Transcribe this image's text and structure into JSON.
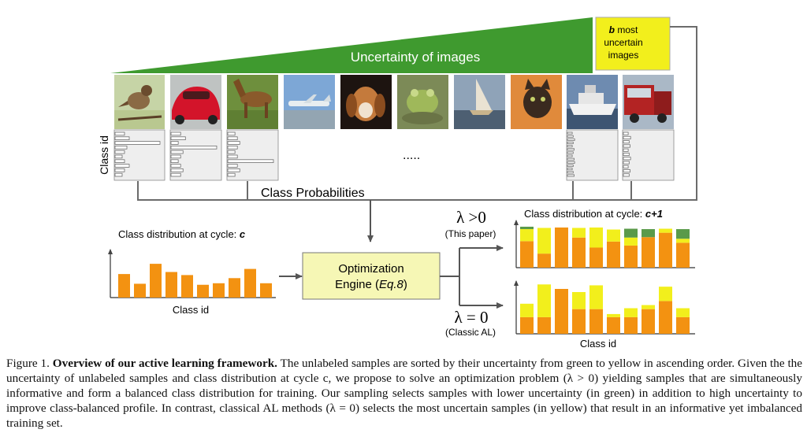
{
  "figure": {
    "uncertainty_label": "Uncertainty of images",
    "top_box": {
      "line1_italic": "b",
      "line1_rest": " most",
      "line2": "uncertain",
      "line3": "images"
    },
    "class_id_vertical": "Class id",
    "ellipsis": ".....",
    "class_prob_label": "Class Probabilities",
    "left_dist_label_prefix": "Class distribution at cycle: ",
    "left_dist_cycle": "c",
    "left_class_id": "Class id",
    "engine_line1": "Optimization",
    "engine_line2_prefix": "Engine (",
    "engine_ref": "Eq.8",
    "engine_line2_suffix": ")",
    "lambda_pos": "λ >0",
    "lambda_pos_note": "(This paper)",
    "lambda_zero": "λ = 0",
    "lambda_zero_note": "(Classic AL)",
    "right_dist_label_prefix": "Class distribution at cycle: ",
    "right_dist_cycle": "c+1",
    "right_class_id": "Class id",
    "thumbnails": [
      "bird",
      "red-car",
      "horse",
      "airplane",
      "dog",
      "frog",
      "sailboat",
      "cat",
      "ship",
      "truck"
    ]
  },
  "caption": {
    "label": "Figure 1.",
    "title": "Overview of our active learning framework.",
    "body": "The unlabeled samples are sorted by their uncertainty from green to yellow in ascending order. Given the the uncertainty of unlabeled samples and class distribution at cycle c, we propose to solve an optimization problem (λ > 0) yielding samples that are simultaneously informative and form a balanced class distribution for training. Our sampling selects samples with lower uncertainty (in green) in addition to high uncertainty to improve class-balanced profile. In contrast, classical AL methods (λ = 0) selects the most uncertain samples (in yellow) that result in an informative yet imbalanced training set."
  },
  "colors": {
    "orange": "#f39211",
    "yellow": "#f2ef1c",
    "green": "#5a9a4a",
    "wedge": "#3f9a2f",
    "engine_fill": "#f6f7b5"
  },
  "left_bars": [
    0.46,
    0.27,
    0.66,
    0.5,
    0.44,
    0.25,
    0.28,
    0.38,
    0.56,
    0.28
  ],
  "top_bars": [
    {
      "orange": 0.66,
      "yellow": 0.3,
      "green": 0.06
    },
    {
      "orange": 0.35,
      "yellow": 0.64,
      "green": 0
    },
    {
      "orange": 1.0,
      "yellow": 0,
      "green": 0
    },
    {
      "orange": 0.75,
      "yellow": 0.24,
      "green": 0
    },
    {
      "orange": 0.5,
      "yellow": 0.5,
      "green": 0
    },
    {
      "orange": 0.65,
      "yellow": 0.3,
      "green": 0
    },
    {
      "orange": 0.55,
      "yellow": 0.2,
      "green": 0.22
    },
    {
      "orange": 0.76,
      "yellow": 0,
      "green": 0.2
    },
    {
      "orange": 0.87,
      "yellow": 0.1,
      "green": 0
    },
    {
      "orange": 0.62,
      "yellow": 0.1,
      "green": 0.24
    }
  ],
  "bottom_bars": [
    {
      "orange": 0.37,
      "yellow": 0.3
    },
    {
      "orange": 0.37,
      "yellow": 0.73
    },
    {
      "orange": 1.0,
      "yellow": 0
    },
    {
      "orange": 0.55,
      "yellow": 0.38
    },
    {
      "orange": 0.55,
      "yellow": 0.53
    },
    {
      "orange": 0.37,
      "yellow": 0.07
    },
    {
      "orange": 0.37,
      "yellow": 0.2
    },
    {
      "orange": 0.55,
      "yellow": 0.09
    },
    {
      "orange": 0.73,
      "yellow": 0.32
    },
    {
      "orange": 0.37,
      "yellow": 0.2
    }
  ],
  "hist_profiles": [
    [
      0.2,
      0.3,
      0.95,
      0.25,
      0.2,
      0.15,
      0.2,
      0.3,
      0.2,
      0.15
    ],
    [
      0.2,
      0.3,
      0.15,
      0.95,
      0.25,
      0.2,
      0.15,
      0.2,
      0.25,
      0.2
    ],
    [
      0.15,
      0.2,
      0.25,
      0.2,
      0.15,
      0.2,
      0.95,
      0.2,
      0.25,
      0.15
    ],
    [
      0.1,
      0.12,
      0.15,
      0.12,
      0.1,
      0.14,
      0.12,
      0.1,
      0.14,
      0.15,
      0.12,
      0.1,
      0.12,
      0.14
    ],
    [
      0.1,
      0.15,
      0.12,
      0.14,
      0.1,
      0.12,
      0.15,
      0.12,
      0.1,
      0.14,
      0.12
    ]
  ]
}
